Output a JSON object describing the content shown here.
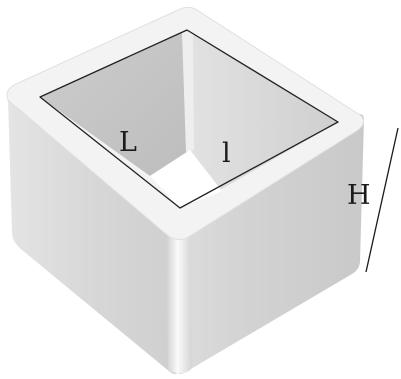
{
  "labels": {
    "outer_side": "L",
    "inner_side": "l",
    "height": "H"
  },
  "colors": {
    "outer_face_left": "#d7d7d7",
    "outer_face_right": "#d0d0d0",
    "rim_top": "#f4f4f4",
    "inner_wall": "#c8c8c8",
    "inner_bottom_hole": "#ffffff",
    "edge_line": "#222222"
  }
}
